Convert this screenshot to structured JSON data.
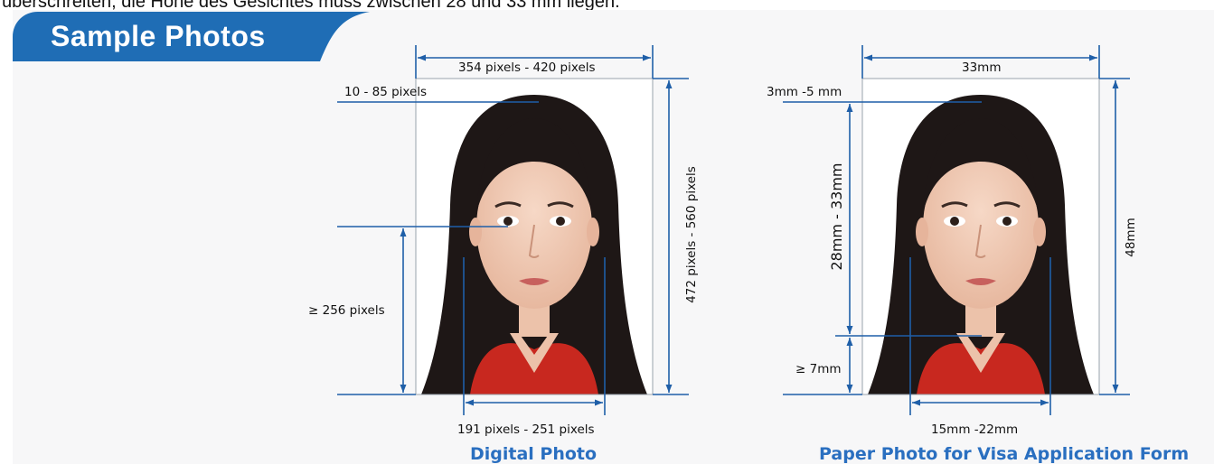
{
  "header_text": "überschreiten, die Höhe des Gesichtes muss zwischen 28 und 33 mm liegen.",
  "banner": {
    "title": "Sample Photos",
    "color": "#1f6db5"
  },
  "digital_photo": {
    "caption": "Digital Photo",
    "width_label": "354 pixels - 420 pixels",
    "top_margin_label": "10 - 85 pixels",
    "height_label": "472 pixels - 560 pixels",
    "eye_height_label": "≥ 256 pixels",
    "face_width_label": "191 pixels - 251 pixels"
  },
  "paper_photo": {
    "caption": "Paper Photo for Visa Application Form",
    "width_label": "33mm",
    "top_margin_label": "3mm -5 mm",
    "face_height_label": "28mm - 33mm",
    "height_label": "48mm",
    "chin_margin_label": "≥ 7mm",
    "face_width_label": "15mm -22mm"
  },
  "colors": {
    "line": "#1f5fa8",
    "caption": "#2a6fc0",
    "shirt": "#c8281f",
    "hair": "#1e1716"
  }
}
